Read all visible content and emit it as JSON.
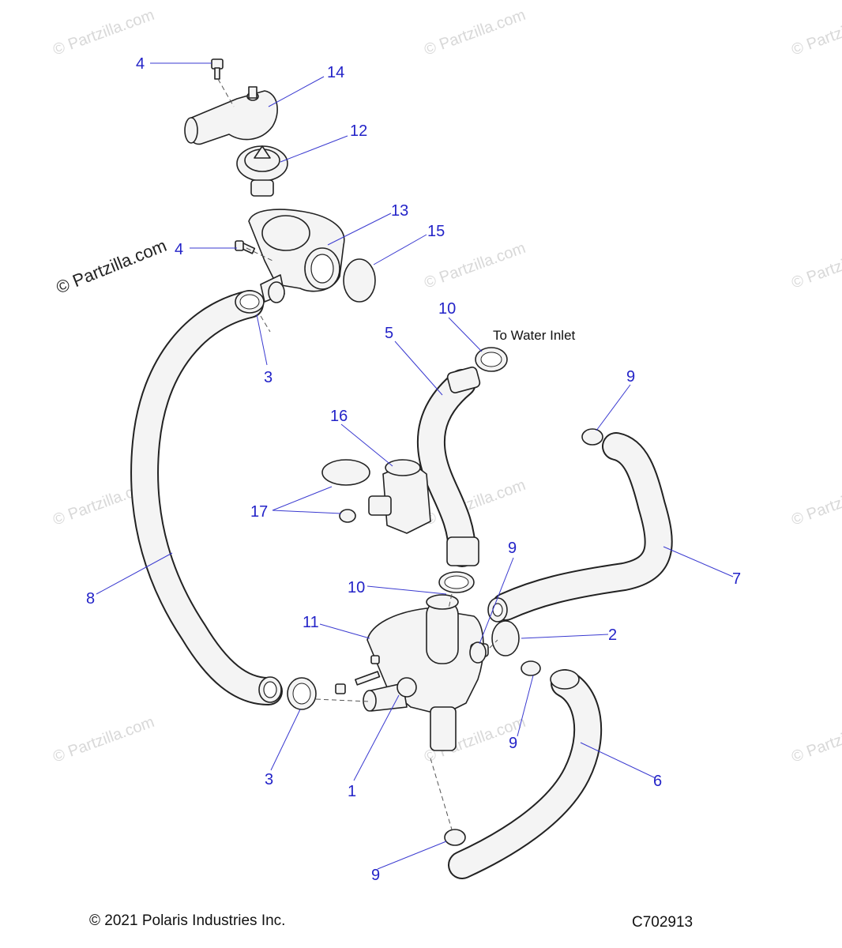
{
  "watermark": "© Partzilla.com",
  "watermark_small": "© Partzilla.com",
  "note_to_water_inlet": "To Water Inlet",
  "callouts": {
    "c1": "1",
    "c2": "2",
    "c3a": "3",
    "c3b": "3",
    "c4a": "4",
    "c4b": "4",
    "c5": "5",
    "c6": "6",
    "c7": "7",
    "c8": "8",
    "c9a": "9",
    "c9b": "9",
    "c9c": "9",
    "c9d": "9",
    "c10a": "10",
    "c10b": "10",
    "c11": "11",
    "c12": "12",
    "c13": "13",
    "c14": "14",
    "c15": "15",
    "c16": "16",
    "c17": "17"
  },
  "footer": {
    "copyright": "© 2021 Polaris Industries Inc.",
    "drawing_code": "C702913"
  }
}
